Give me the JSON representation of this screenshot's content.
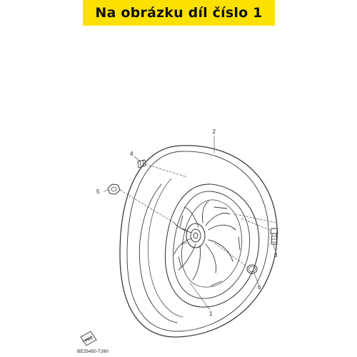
{
  "banner": {
    "text": "Na obrázku díl číslo 1",
    "color": "#fce100"
  },
  "callouts": [
    "1",
    "2",
    "3",
    "4",
    "5",
    "6"
  ],
  "direction_badge": {
    "icon": "fwd-arrow-icon",
    "label": "FWD"
  },
  "reference_code": "BE25450-T260"
}
